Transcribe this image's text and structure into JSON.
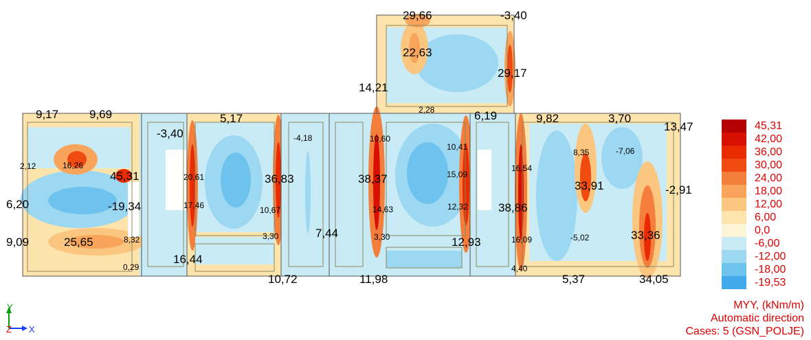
{
  "diagram": {
    "labels": [
      "29,66",
      "-3,40",
      "22,63",
      "29,17",
      "14,21",
      "2,28",
      "6,19",
      "9,17",
      "9,69",
      "5,17",
      "9,82",
      "3,70",
      "13,47",
      "-3,40",
      "-4,18",
      "10,60",
      "10,41",
      "8,35",
      "-7,06",
      "2,12",
      "16,26",
      "45,31",
      "20,61",
      "36,83",
      "38,37",
      "15,09",
      "16,54",
      "33,91",
      "-2,91",
      "6,20",
      "-19,34",
      "17,46",
      "10,67",
      "14,63",
      "12,32",
      "38,86",
      "7,44",
      "3,30",
      "3,30",
      "12,93",
      "16,09",
      "-5,02",
      "33,36",
      "9,09",
      "25,65",
      "8,32",
      "16,44",
      "0,29",
      "10,72",
      "11,98",
      "4,40",
      "5,37",
      "34,05"
    ]
  },
  "legend": {
    "values": [
      "45,31",
      "42,00",
      "36,00",
      "30,00",
      "24,00",
      "18,00",
      "12,00",
      "6,00",
      "0,0",
      "-6,00",
      "-12,00",
      "-18,00",
      "-19,53"
    ],
    "colors": [
      "#b40000",
      "#d81000",
      "#ea2a00",
      "#f04a10",
      "#f47e3c",
      "#f8a45a",
      "#fbc680",
      "#fde3ac",
      "#fdf6d6",
      "#c8ebf6",
      "#9dd8f2",
      "#6ec2ee",
      "#42aaea"
    ]
  },
  "caption": {
    "line1": "MYY, (kNm/m)",
    "line2": "Automatic direction",
    "line3": "Cases: 5 (GSN_POLJE)"
  },
  "axes": {
    "y_label": "Y",
    "z_label": "Z",
    "x_label": "X"
  }
}
